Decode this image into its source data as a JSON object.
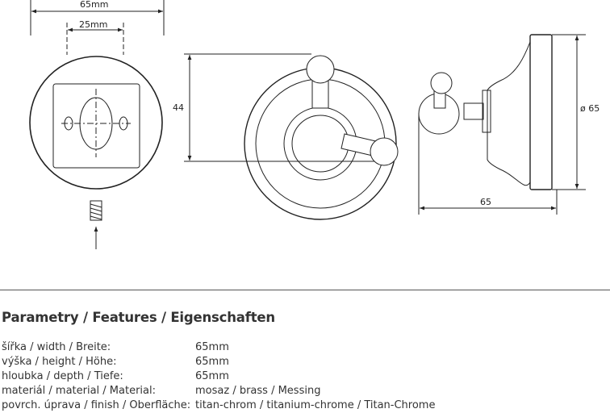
{
  "drawing": {
    "front_view": {
      "overall_width_label": "65mm",
      "hole_spacing_label": "25mm"
    },
    "side_view": {
      "height_label": "44"
    },
    "profile_view": {
      "diameter_label": "ø 65",
      "depth_label": "65"
    }
  },
  "features": {
    "title": "Parametry / Features / Eigenschaften",
    "rows": [
      {
        "label": "šířka / width / Breite:",
        "value": "65mm"
      },
      {
        "label": "výška / height / Höhe:",
        "value": "65mm"
      },
      {
        "label": "hloubka / depth / Tiefe:",
        "value": "65mm"
      },
      {
        "label": "materiál / material / Material:",
        "value": "mosaz / brass / Messing"
      },
      {
        "label": "povrch. úprava / finish / Oberfläche:",
        "value": "titan-chrom / titanium-chrome / Titan-Chrome"
      }
    ]
  }
}
